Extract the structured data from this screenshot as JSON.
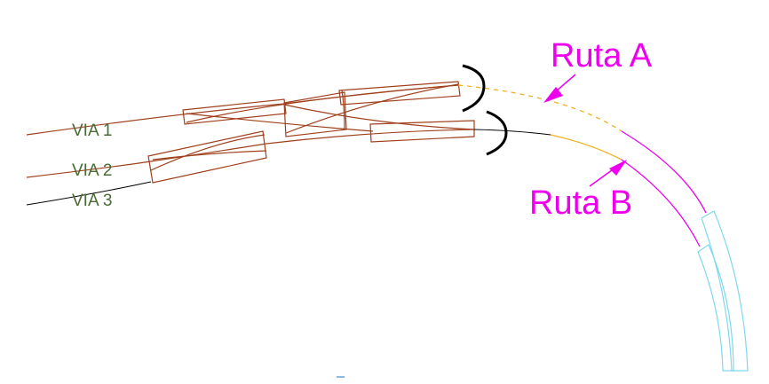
{
  "labels": {
    "via1": "VIA 1",
    "via2": "VIA 2",
    "via3": "VIA 3",
    "ruta_a": "Ruta A",
    "ruta_b": "Ruta B"
  },
  "colors": {
    "track": "#a0401c",
    "via_label": "#4a6b35",
    "ruta": "#ee00ee",
    "dashed_orange": "#f0b020",
    "solid_orange": "#f0b020",
    "black": "#000000",
    "cyan": "#7fd8ee",
    "marker": "#3a8edc"
  }
}
